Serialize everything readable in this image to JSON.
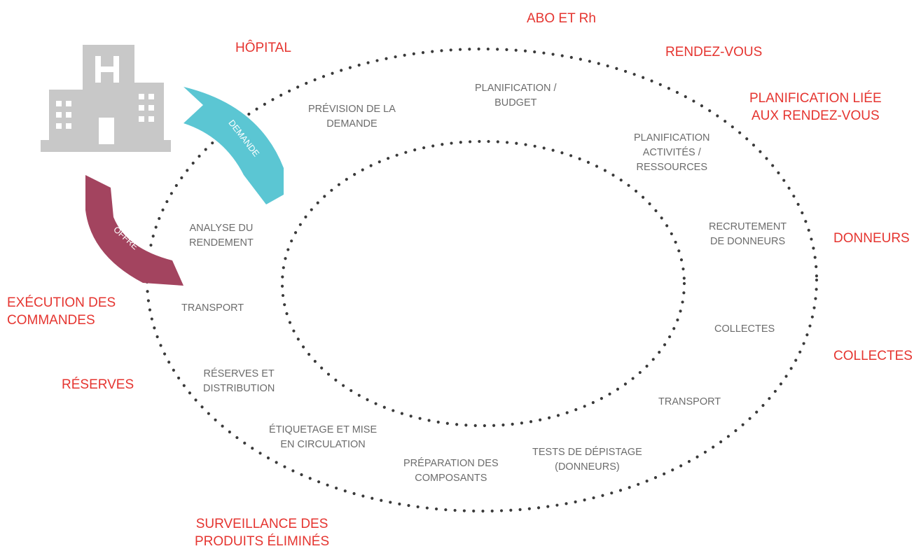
{
  "colors": {
    "outer_label": "#e53530",
    "inner_label": "#6c6c6c",
    "dots": "#3a3a3a",
    "hospital": "#c8c8c8",
    "demand_arrow": "#5bc6d3",
    "supply_arrow": "#a3445f"
  },
  "hospital": {
    "icon": "hospital-building-icon",
    "letter": "H"
  },
  "arrows": {
    "demand": "DEMANDE",
    "supply": "OFFRE"
  },
  "outer_labels": {
    "hopital": [
      "HÔPITAL"
    ],
    "abo_rh": [
      "ABO ET Rh"
    ],
    "rendez_vous": [
      "RENDEZ-VOUS"
    ],
    "planification_rdv": [
      "PLANIFICATION LIÉE",
      "AUX RENDEZ-VOUS"
    ],
    "donneurs": [
      "DONNEURS"
    ],
    "collectes": [
      "COLLECTES"
    ],
    "execution": [
      "EXÉCUTION DES",
      "COMMANDES"
    ],
    "reserves": [
      "RÉSERVES"
    ],
    "surveillance": [
      "SURVEILLANCE DES",
      "PRODUITS ÉLIMINÉS"
    ]
  },
  "inner_labels": {
    "prevision": [
      "PRÉVISION DE LA",
      "DEMANDE"
    ],
    "planif_budget": [
      "PLANIFICATION /",
      "BUDGET"
    ],
    "planif_activites": [
      "PLANIFICATION",
      "ACTIVITÉS /",
      "RESSOURCES"
    ],
    "recrutement": [
      "RECRUTEMENT",
      "DE DONNEURS"
    ],
    "collectes": [
      "COLLECTES"
    ],
    "transport_right": [
      "TRANSPORT"
    ],
    "tests": [
      "TESTS DE DÉPISTAGE",
      "(DONNEURS)"
    ],
    "preparation": [
      "PRÉPARATION DES",
      "COMPOSANTS"
    ],
    "etiquetage": [
      "ÉTIQUETAGE ET MISE",
      "EN CIRCULATION"
    ],
    "reserves_distribution": [
      "RÉSERVES ET",
      "DISTRIBUTION"
    ],
    "transport_left": [
      "TRANSPORT"
    ],
    "analyse": [
      "ANALYSE DU",
      "RENDEMENT"
    ]
  }
}
